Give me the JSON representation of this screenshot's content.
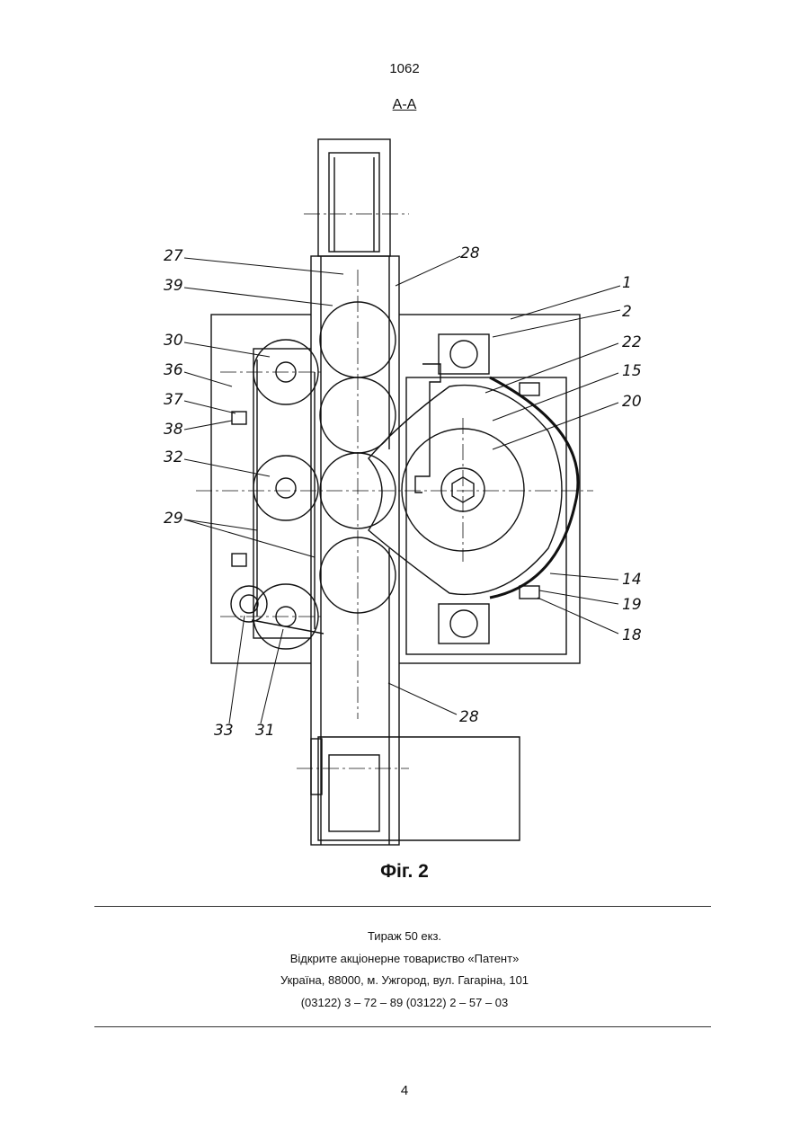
{
  "header": {
    "page_ref": "1062",
    "section": "А-А"
  },
  "figure": {
    "caption": "Фіг. 2",
    "labels": {
      "l1": "1",
      "l2": "2",
      "l14": "14",
      "l15": "15",
      "l18": "18",
      "l19": "19",
      "l20": "20",
      "l22": "22",
      "l27": "27",
      "l28_top": "28",
      "l28_bottom": "28",
      "l29": "29",
      "l30": "30",
      "l31": "31",
      "l32": "32",
      "l33": "33",
      "l36": "36",
      "l37": "37",
      "l38": "38",
      "l39": "39"
    }
  },
  "imprint": {
    "circulation": "Тираж 50 екз.",
    "publisher": "Відкрите акціонерне товариство «Патент»",
    "address": "Україна, 88000, м. Ужгород, вул. Гагаріна, 101",
    "phones": "(03122) 3 – 72 – 89   (03122) 2 – 57 – 03"
  },
  "footer": {
    "page_number": "4"
  }
}
